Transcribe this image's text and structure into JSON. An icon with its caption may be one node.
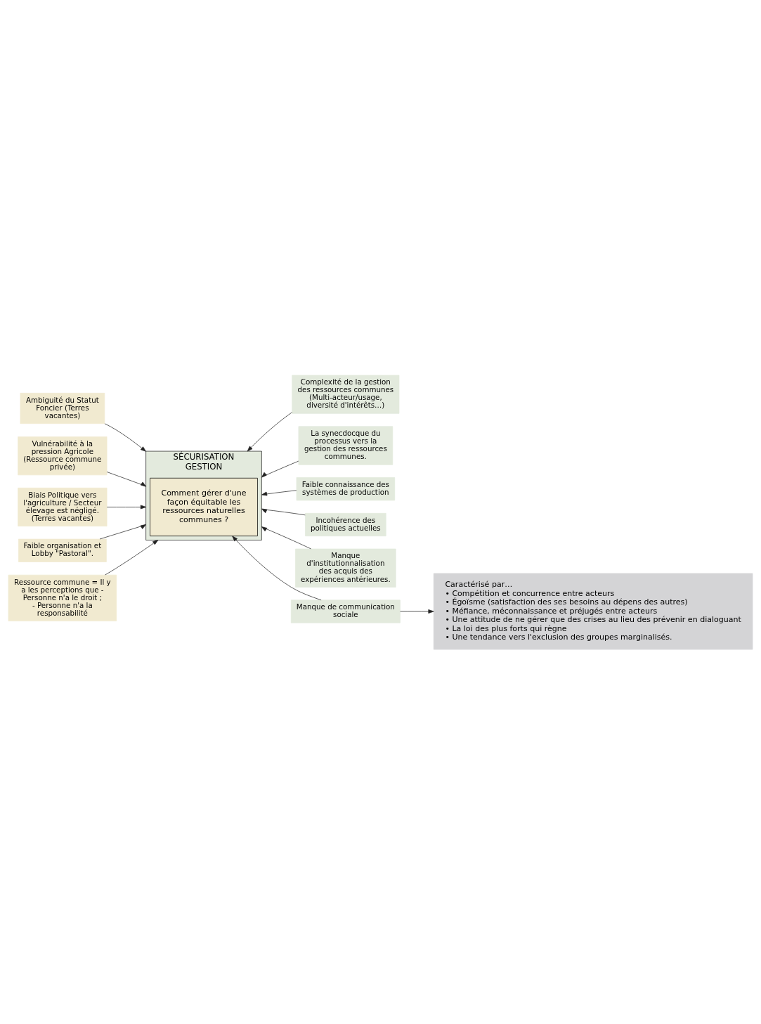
{
  "diagram": {
    "nodes": [
      {
        "text": [
          "SÉCURISATION",
          "GESTION"
        ]
      },
      {
        "text": [
          "Comment gérer d'une façon équitable les ressources naturelles communes ?"
        ],
        "in": 0
      },
      {
        "text": [
          "Ambiguité du Statut Foncier (Terres vacantes)"
        ]
      },
      {
        "text": [
          "Vulnérabilité à la pression Agricole (Ressource commune privée)"
        ]
      },
      {
        "text": [
          "Biais Politique vers l'agriculture / Secteur élevage est négligé. (Terres vacantes)"
        ]
      },
      {
        "text": [
          "Faible organisation et Lobby \"Pastoral\"."
        ]
      },
      {
        "text": [
          "Ressource commune = Il y a les perceptions que - Personne n'a le droit ; - Personne n'a la responsabilité"
        ]
      },
      {
        "text": [
          "Complexité de la gestion des ressources communes (Multi-acteur/usage, diversité d'intérêts…)"
        ]
      },
      {
        "text": [
          "La synecdocque du processus vers la gestion des ressources communes."
        ]
      },
      {
        "text": [
          "Faible connaissance des systèmes de production"
        ]
      },
      {
        "text": [
          "Incohérence des politiques actuelles"
        ]
      },
      {
        "text": [
          "Manque d'institutionnalisation des acquis des expériences antérieures."
        ]
      },
      {
        "text": [
          "Manque de communication sociale"
        ]
      },
      {
        "text": [
          "Caractérisé par…",
          "• Compétition et concurrence entre acteurs",
          "• Égoïsme (satisfaction des ses besoins au dépens des autres)",
          "• Méfiance, méconnaissance et préjugés entre acteurs",
          "• Une attitude de ne gérer que des crises au lieu des prévenir en dialoguant",
          "• La loi des plus forts qui règne",
          "• Une tendance vers l'exclusion des groupes marginalisés."
        ]
      }
    ],
    "edges": [
      {
        "from": 2,
        "to": 0,
        "arrow": "to"
      },
      {
        "from": 3,
        "to": 0,
        "arrow": "to"
      },
      {
        "from": 4,
        "to": 0,
        "arrow": "to"
      },
      {
        "from": 5,
        "to": 0,
        "arrow": "to"
      },
      {
        "from": 6,
        "to": 0,
        "arrow": "to"
      },
      {
        "from": 7,
        "to": 0,
        "arrow": "to"
      },
      {
        "from": 8,
        "to": 0,
        "arrow": "to"
      },
      {
        "from": 9,
        "to": 0,
        "arrow": "to"
      },
      {
        "from": 10,
        "to": 0,
        "arrow": "to"
      },
      {
        "from": 11,
        "to": 0,
        "arrow": "to"
      },
      {
        "from": 12,
        "to": 1,
        "arrow": "to"
      },
      {
        "from": 12,
        "to": 13,
        "arrow": "to"
      }
    ]
  }
}
